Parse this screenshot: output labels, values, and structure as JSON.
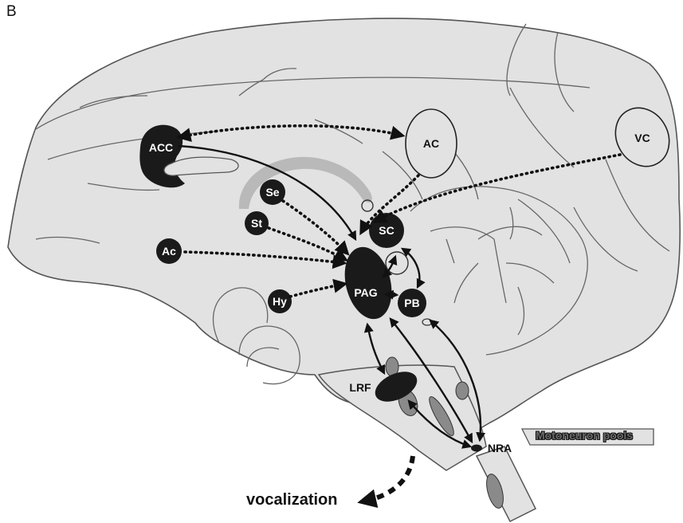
{
  "panel_letter": "B",
  "regions": {
    "acc": "ACC",
    "ac": "AC",
    "vc": "VC",
    "se": "Se",
    "st": "St",
    "sc": "SC",
    "ac_small": "Ac",
    "pag": "PAG",
    "hy": "Hy",
    "pb": "PB",
    "lrf": "LRF",
    "nra": "NRA"
  },
  "output_label": "vocalization",
  "motoneuron_label": "Motoneuron pools",
  "colors": {
    "brain_fill": "#e2e2e2",
    "outline": "#555555",
    "nucleus": "#1a1a1a",
    "gray_nucleus": "#8a8a8a",
    "light_band": "#b9b9b9"
  }
}
